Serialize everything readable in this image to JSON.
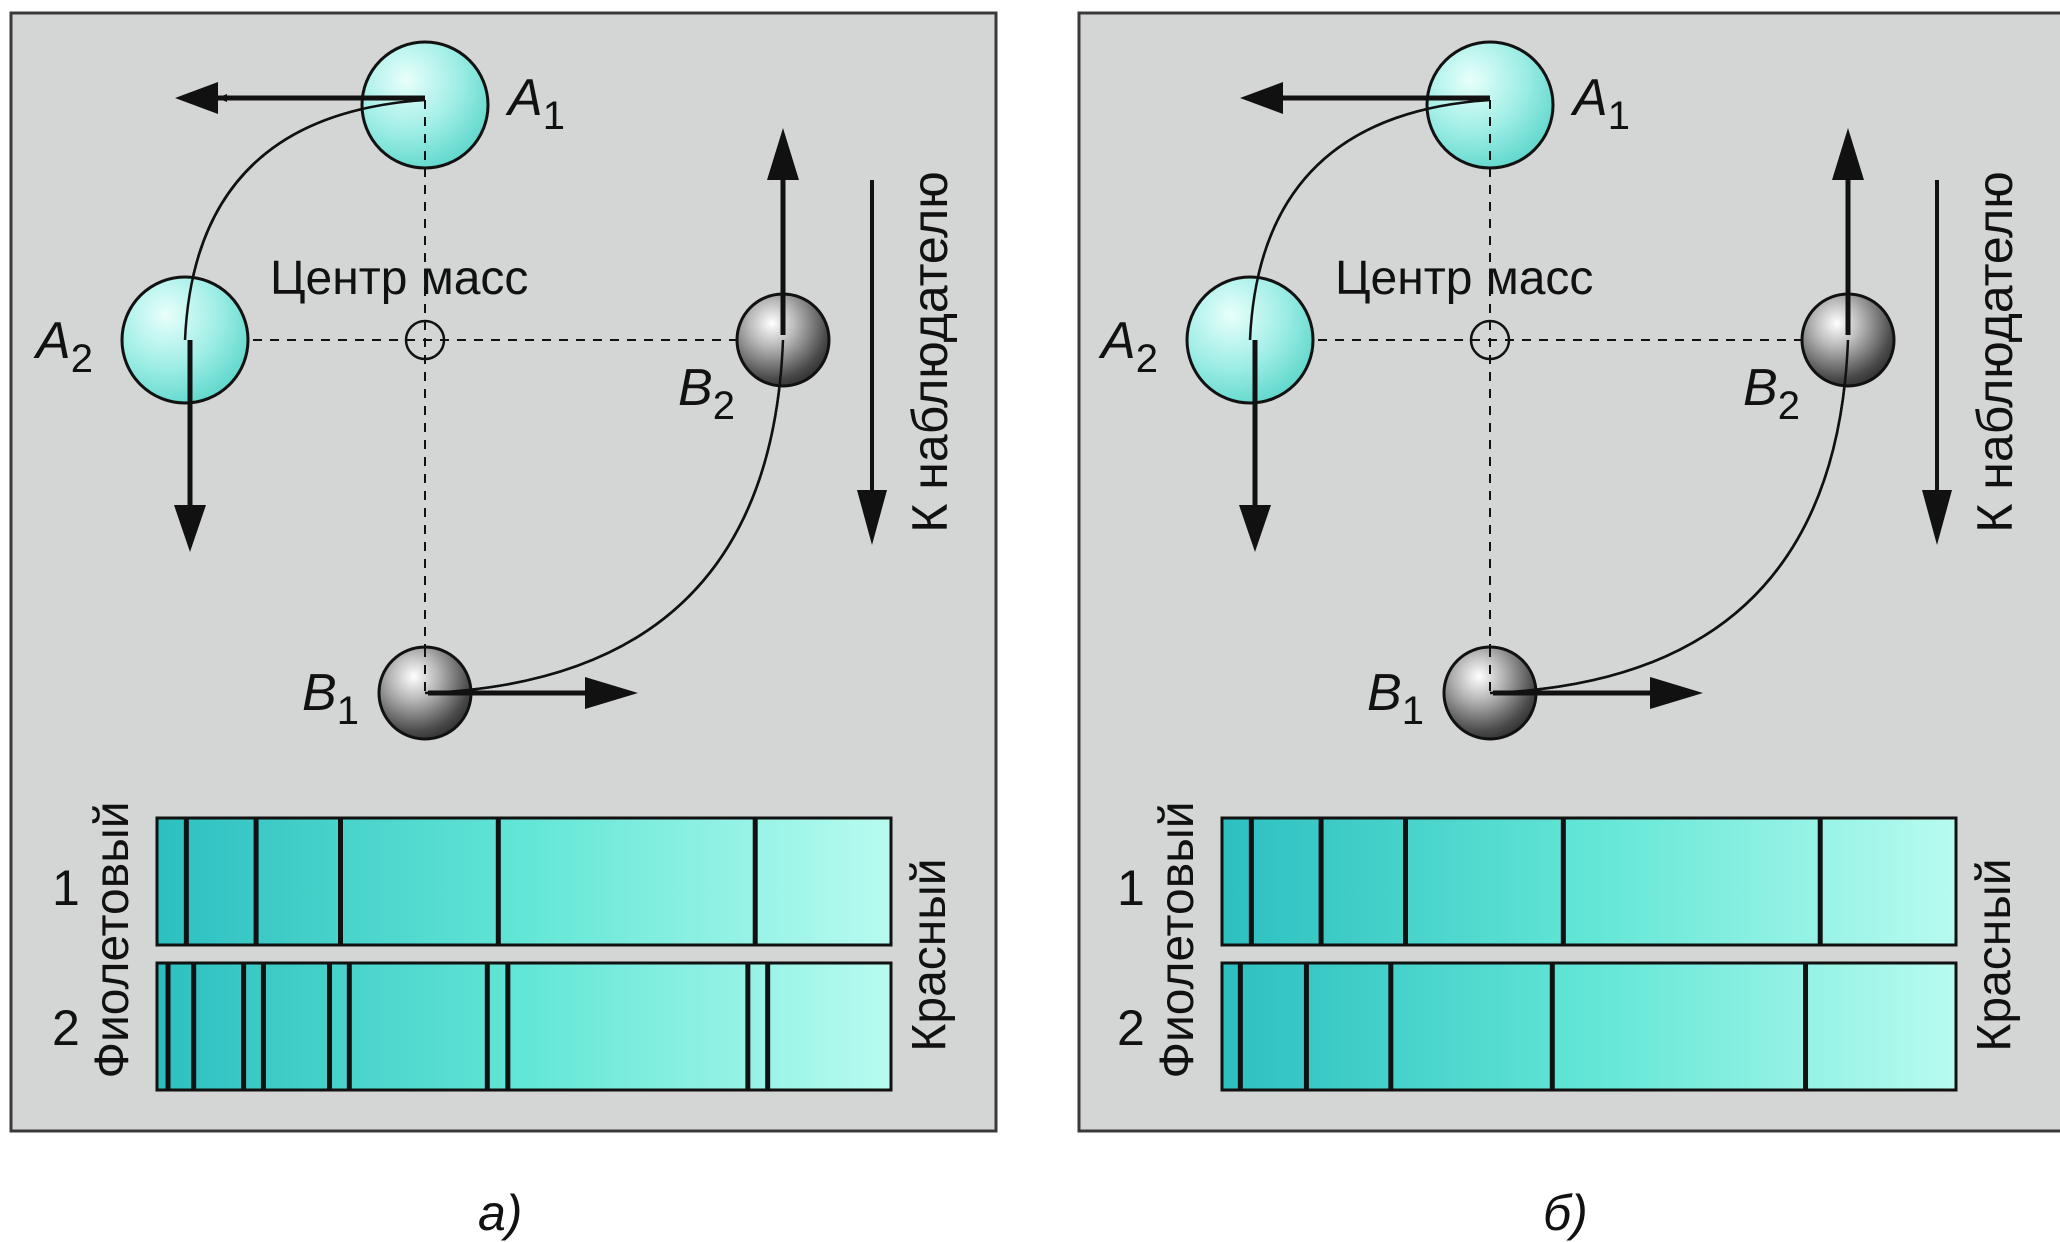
{
  "colors": {
    "panel_bg": "#d4d6d5",
    "panel_border": "#3a3a3a",
    "star_a_fill": "#9feee6",
    "star_b_fill": "#6f6f6f",
    "spectrum_violet": "#2dbfc0",
    "spectrum_red": "#b8fbf0",
    "line": "#111111"
  },
  "panels": [
    {
      "id": "a",
      "caption": "а)",
      "star_a1": "A",
      "star_a1_sub": "1",
      "star_a2": "A",
      "star_a2_sub": "2",
      "star_b1": "B",
      "star_b1_sub": "1",
      "star_b2": "B",
      "star_b2_sub": "2",
      "center_label": "Центр масс",
      "observer_label": "К наблюдателю",
      "violet_label": "Фиолетовый",
      "red_label": "Красный",
      "spectrum_1_label": "1",
      "spectrum_2_label": "2",
      "spectrum_1_lines": [
        0.04,
        0.135,
        0.25,
        0.465,
        0.815
      ],
      "spectrum_2_lines": [
        [
          0.015,
          0.05
        ],
        [
          0.118,
          0.145
        ],
        [
          0.235,
          0.262
        ],
        [
          0.45,
          0.478
        ],
        [
          0.805,
          0.832
        ]
      ]
    },
    {
      "id": "b",
      "caption": "б)",
      "star_a1": "A",
      "star_a1_sub": "1",
      "star_a2": "A",
      "star_a2_sub": "2",
      "star_b1": "B",
      "star_b1_sub": "1",
      "star_b2": "B",
      "star_b2_sub": "2",
      "center_label": "Центр масс",
      "observer_label": "К наблюдателю",
      "violet_label": "Фиолетовый",
      "red_label": "Красный",
      "spectrum_1_label": "1",
      "spectrum_2_label": "2",
      "spectrum_1_lines": [
        0.04,
        0.135,
        0.25,
        0.465,
        0.815
      ],
      "spectrum_2_lines": [
        0.025,
        0.115,
        0.23,
        0.45,
        0.795
      ]
    }
  ]
}
